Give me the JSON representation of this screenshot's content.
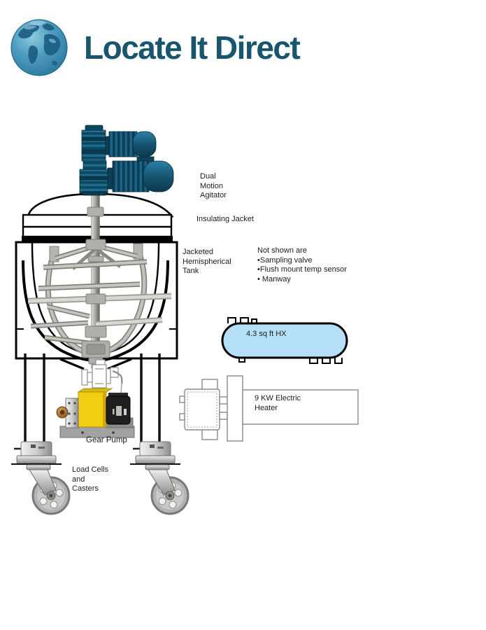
{
  "header": {
    "brand": "Locate It Direct"
  },
  "labels": {
    "agitator": [
      "Dual",
      "Motion",
      "Agitator"
    ],
    "insulating_jacket": "Insulating Jacket",
    "tank": [
      "Jacketed",
      "Hemispherical",
      "Tank"
    ],
    "not_shown_title": "Not shown are",
    "not_shown_items": [
      "•Sampling valve",
      "•Flush mount temp sensor",
      "• Manway"
    ],
    "hx": "4.3 sq ft HX",
    "heater": [
      "9 KW Electric",
      "Heater"
    ],
    "gear_pump": "Gear Pump",
    "load_cells": [
      "Load Cells",
      "and",
      "Casters"
    ]
  },
  "colors": {
    "brand_text": "#19566e",
    "motor_teal": "#155672",
    "hx_fill": "#b5dff7",
    "pump_yellow": "#f3cd12",
    "outline": "#000000"
  }
}
